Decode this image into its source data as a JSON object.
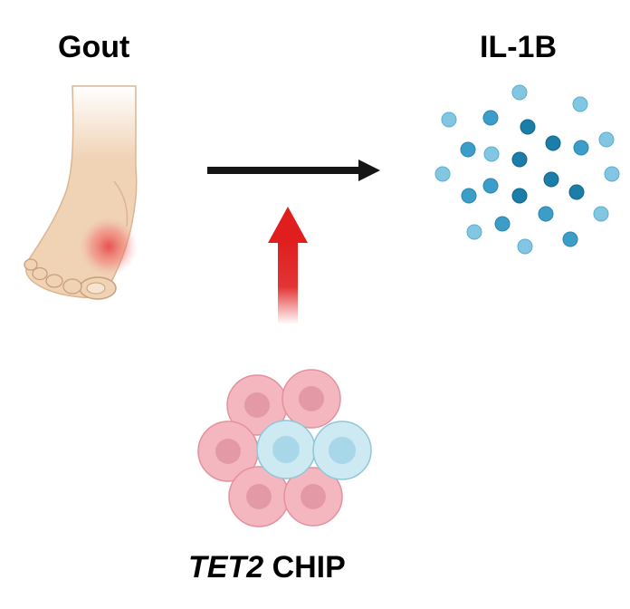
{
  "labels": {
    "gout": "Gout",
    "cytokine": "IL-1B",
    "clone_gene": "TET2",
    "clone_suffix": " CHIP"
  },
  "colors": {
    "skin": "#f0d2b4",
    "skin_shade": "#dcb592",
    "inflammation": "#e83a3a",
    "arrow_black": "#151515",
    "arrow_red": "#e01e1e",
    "cytokine_light": "#82c6e2",
    "cytokine_mid": "#3c9ec8",
    "cytokine_dark": "#1a7ea9",
    "cell_pink": "#f4b7bf",
    "cell_pink_nucleus": "#e49aa6",
    "cell_blue": "#cde9f1",
    "cell_blue_nucleus": "#a7d7e8"
  },
  "icons": [
    "foot-icon",
    "cytokine-cluster-icon",
    "cell-cluster-icon"
  ]
}
